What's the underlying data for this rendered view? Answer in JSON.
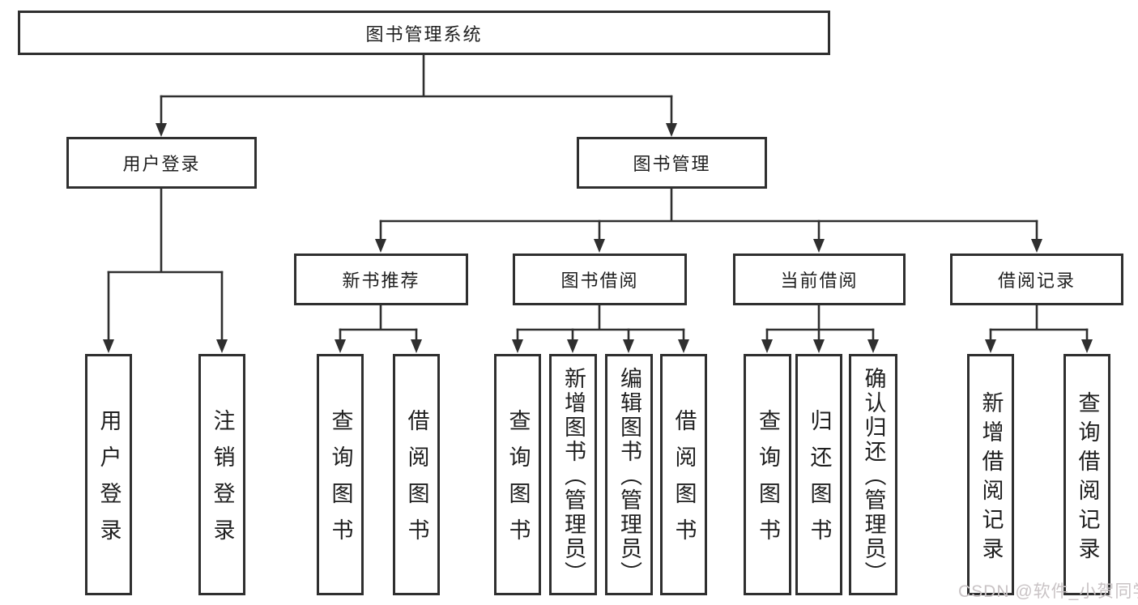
{
  "diagram": {
    "root": "图书管理系统",
    "level2": [
      "用户登录",
      "图书管理"
    ],
    "level3": [
      "新书推荐",
      "图书借阅",
      "当前借阅",
      "借阅记录"
    ],
    "leaves": [
      "用户登录",
      "注销登录",
      "查询图书",
      "借阅图书",
      "查询图书",
      "新增图书（管理员）",
      "编辑图书（管理员）",
      "借阅图书",
      "查询图书",
      "归还图书",
      "确认归还（管理员）",
      "新增借阅记录",
      "查询借阅记录"
    ]
  },
  "watermark": "CSDN @软件_小贺同学",
  "colors": {
    "line": "#2f2f2f",
    "text": "#1f1f1f",
    "watermark": "#c9c3c5",
    "background": "#ffffff"
  }
}
